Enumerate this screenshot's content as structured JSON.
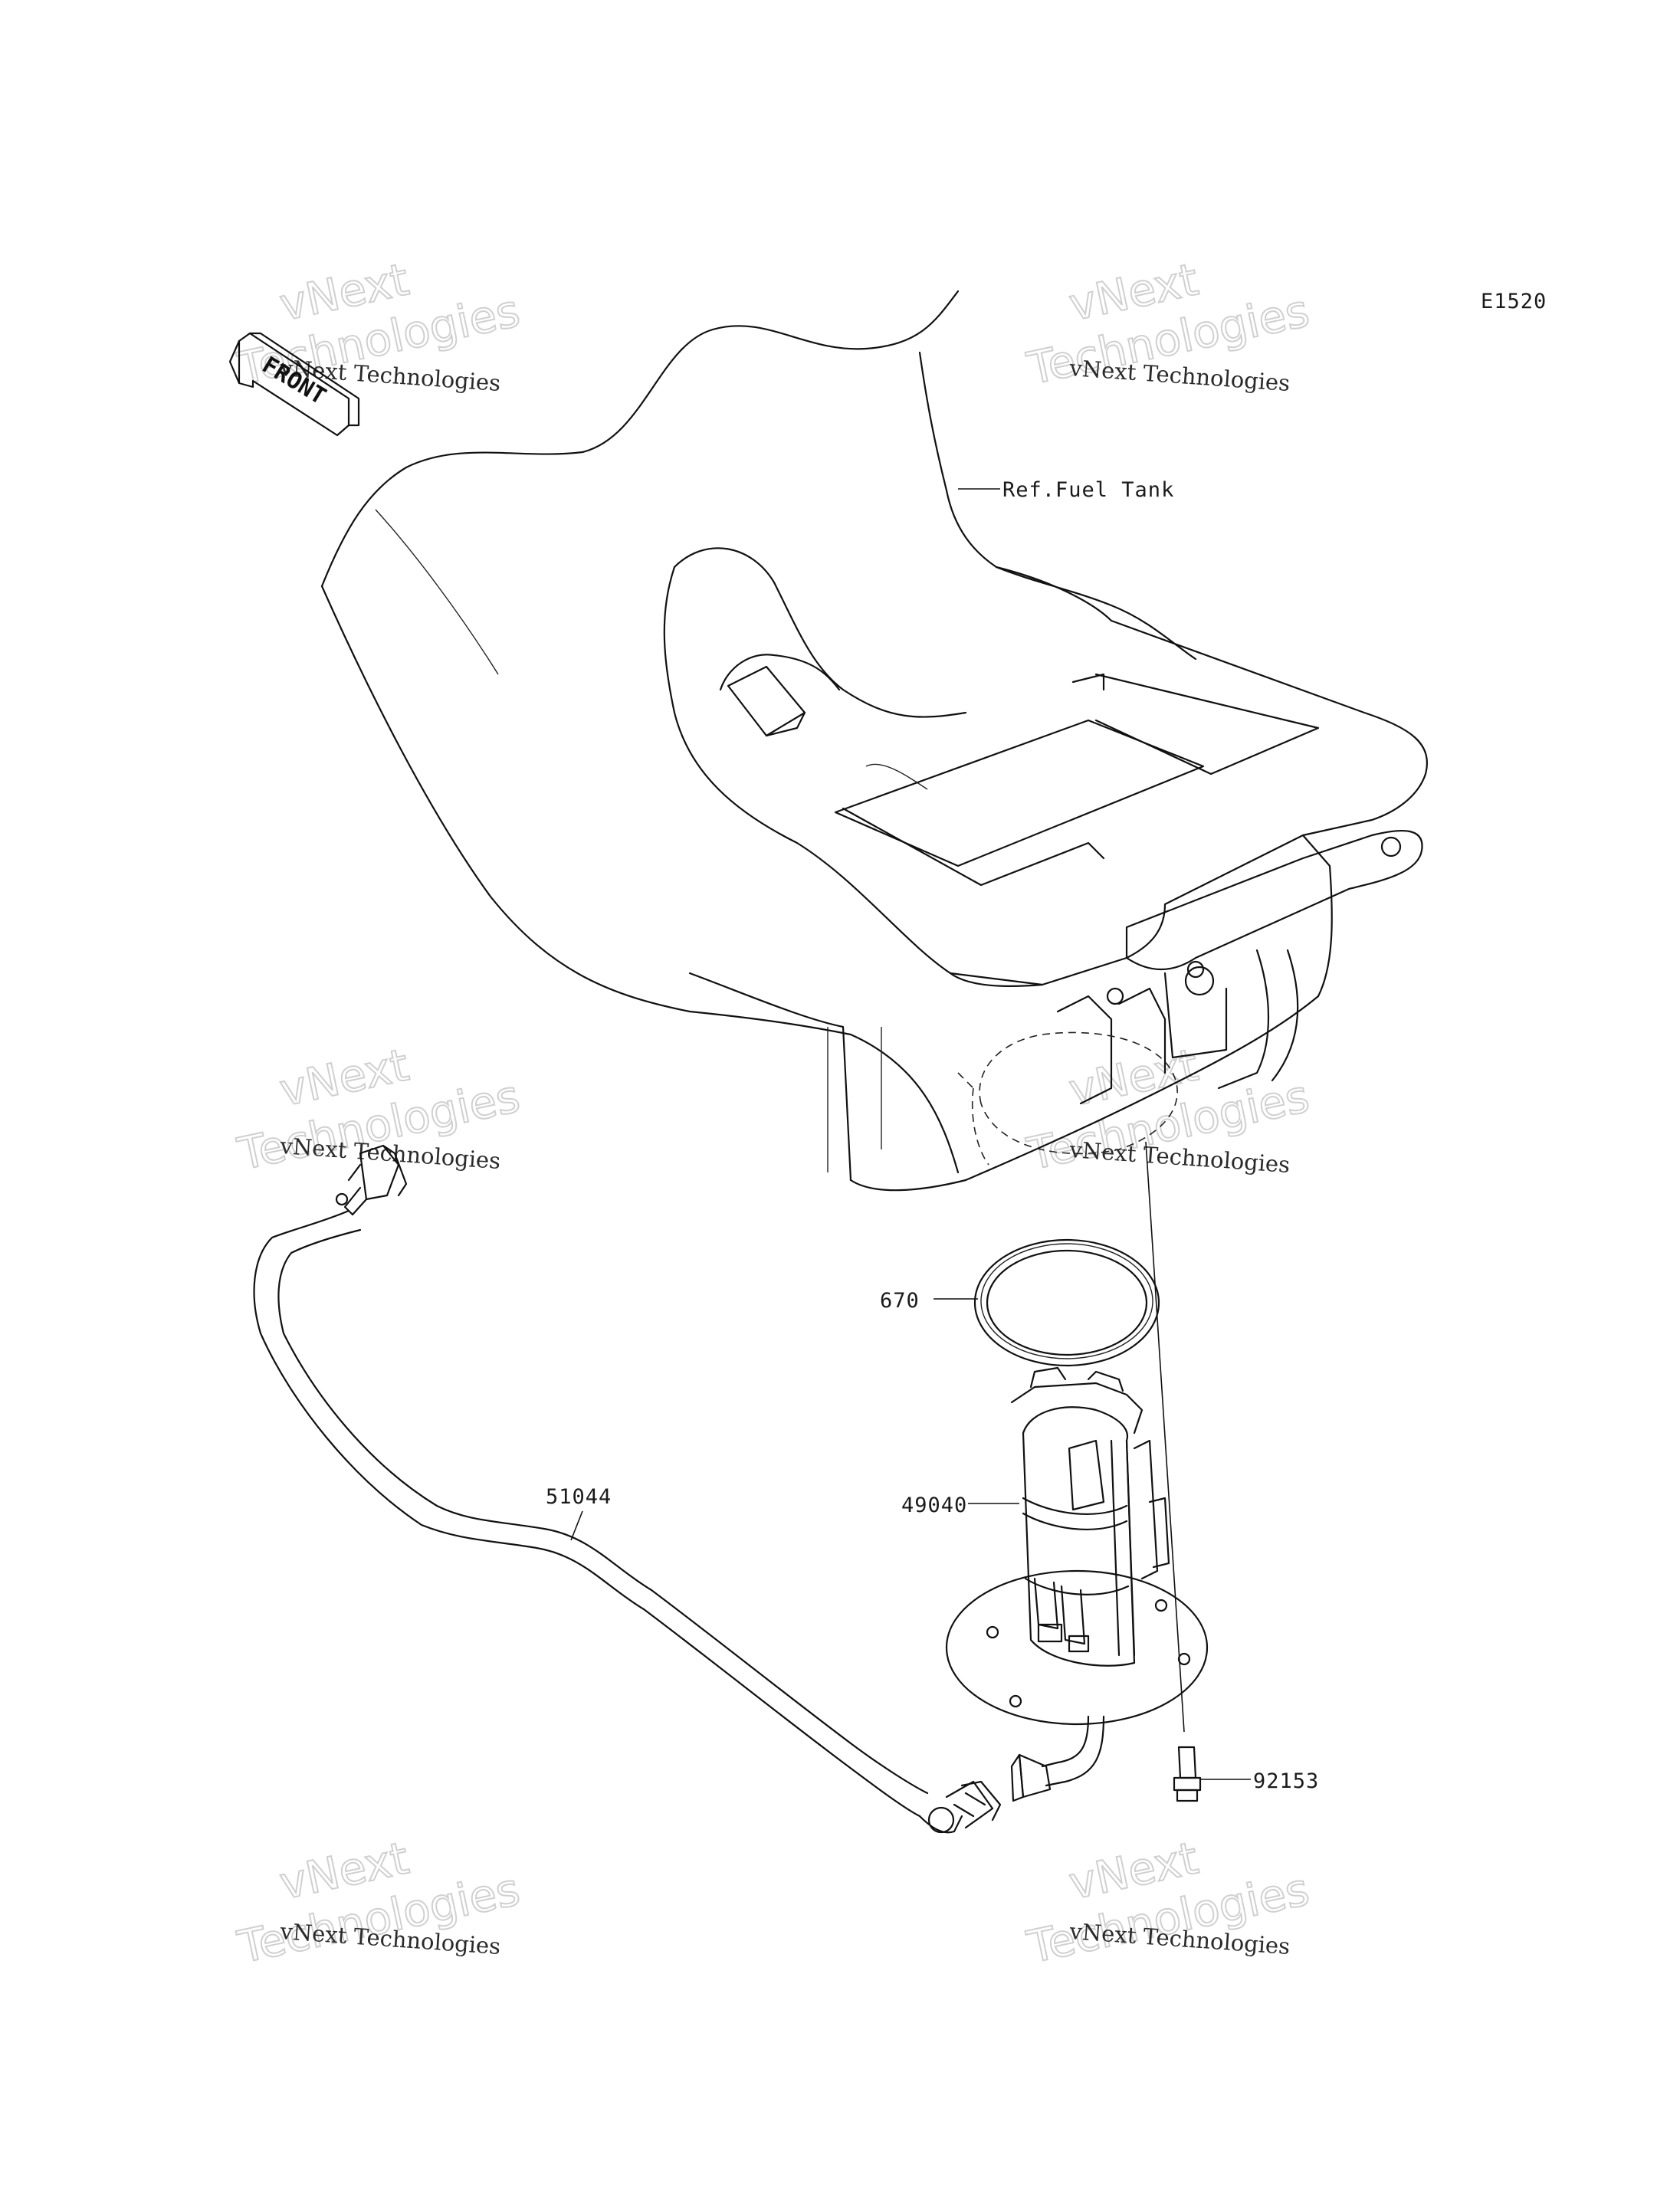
{
  "diagram": {
    "code": "E1520",
    "front_label": "FRONT",
    "reference": "Ref.Fuel Tank",
    "parts": [
      {
        "number": "670"
      },
      {
        "number": "49040"
      },
      {
        "number": "51044"
      },
      {
        "number": "92153"
      }
    ]
  },
  "watermark": {
    "line1": "vNext Technologies",
    "big1": "vNext",
    "big2": "Technologies"
  }
}
